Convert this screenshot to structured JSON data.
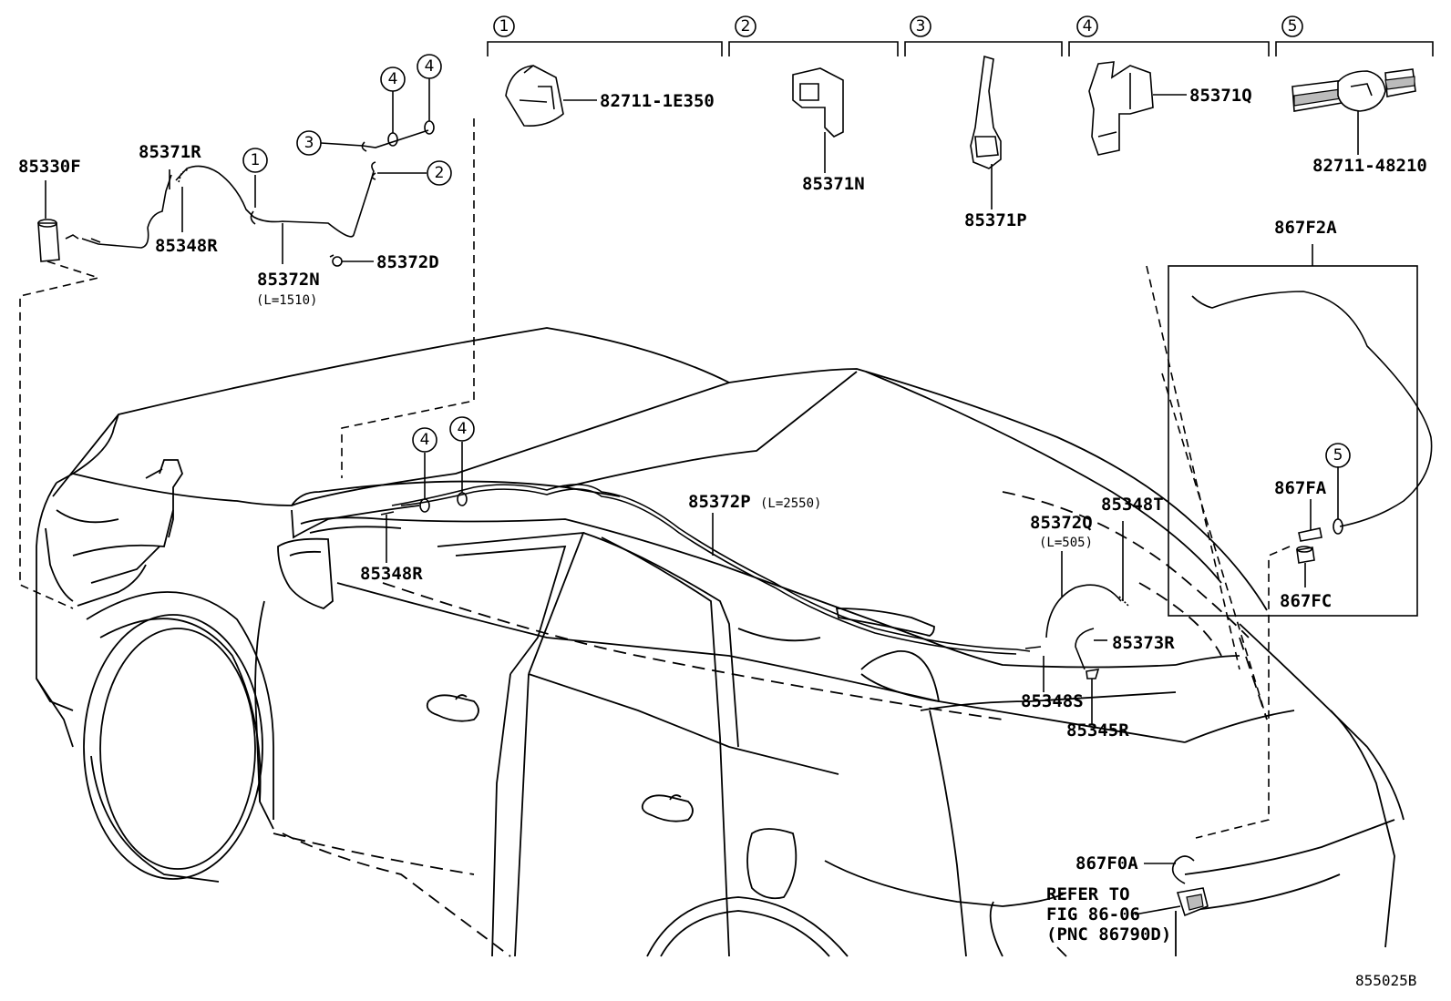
{
  "diagram_code": "855025B",
  "callout_numbers": [
    "1",
    "2",
    "3",
    "4",
    "5"
  ],
  "top_parts": {
    "p1": "82711-1E350",
    "p2": "85371N",
    "p3": "85371P",
    "p4": "85371Q",
    "p5": "82711-48210"
  },
  "front": {
    "pump": "85330F",
    "hose_r": "85371R",
    "joint_r": "85348R",
    "hose_n": "85372N",
    "hose_n_len": "(L=1510)",
    "clip_d": "85372D"
  },
  "roof": {
    "hose_p": "85372P",
    "hose_p_len": "(L=2550)",
    "joint_r2": "85348R"
  },
  "rear": {
    "hose_q": "85372Q",
    "hose_q_len": "(L=505)",
    "joint_t": "85348T",
    "hose_r3": "85373R",
    "joint_s": "85348S",
    "nozzle": "85345R"
  },
  "camera": {
    "wire": "867F2A",
    "fa": "867FA",
    "fc": "867FC",
    "f0a": "867F0A"
  },
  "refer": {
    "line1": "REFER TO",
    "line2": "FIG 86-06",
    "line3": "(PNC 86790D)"
  }
}
